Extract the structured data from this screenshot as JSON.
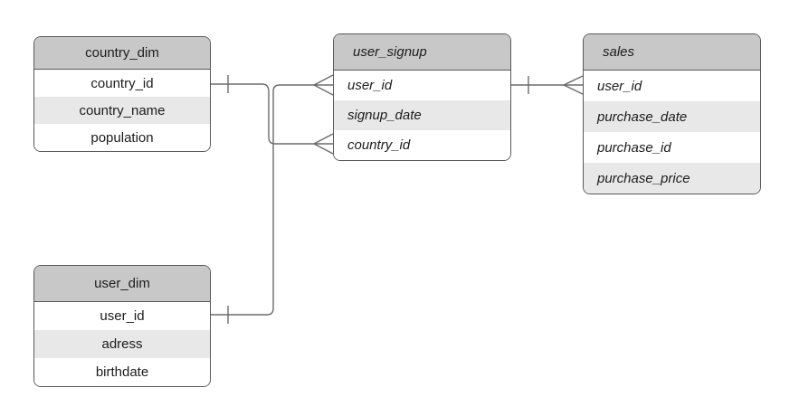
{
  "diagram": {
    "type": "entity-relationship",
    "colors": {
      "header_bg": "#c8c8c8",
      "alt_row_bg": "#e8e8e8",
      "row_bg": "#ffffff",
      "border": "#585858",
      "line": "#6b6b6b",
      "text": "#1c1c1c"
    },
    "tables": {
      "country_dim": {
        "title": "country_dim",
        "fields": [
          "country_id",
          "country_name",
          "population"
        ]
      },
      "user_signup": {
        "title": "user_signup",
        "fields": [
          "user_id",
          "signup_date",
          "country_id"
        ]
      },
      "sales": {
        "title": "sales",
        "fields": [
          "user_id",
          "purchase_date",
          "purchase_id",
          "purchase_price"
        ]
      },
      "user_dim": {
        "title": "user_dim",
        "fields": [
          "user_id",
          "adress",
          "birthdate"
        ]
      }
    },
    "relationships": [
      {
        "from": "country_dim.country_id",
        "to": "user_signup.country_id",
        "cardinality": "one-to-many"
      },
      {
        "from": "user_dim.user_id",
        "to": "user_signup.user_id",
        "cardinality": "one-to-many"
      },
      {
        "from": "user_signup.user_id",
        "to": "sales.user_id",
        "cardinality": "one-to-many"
      }
    ]
  }
}
